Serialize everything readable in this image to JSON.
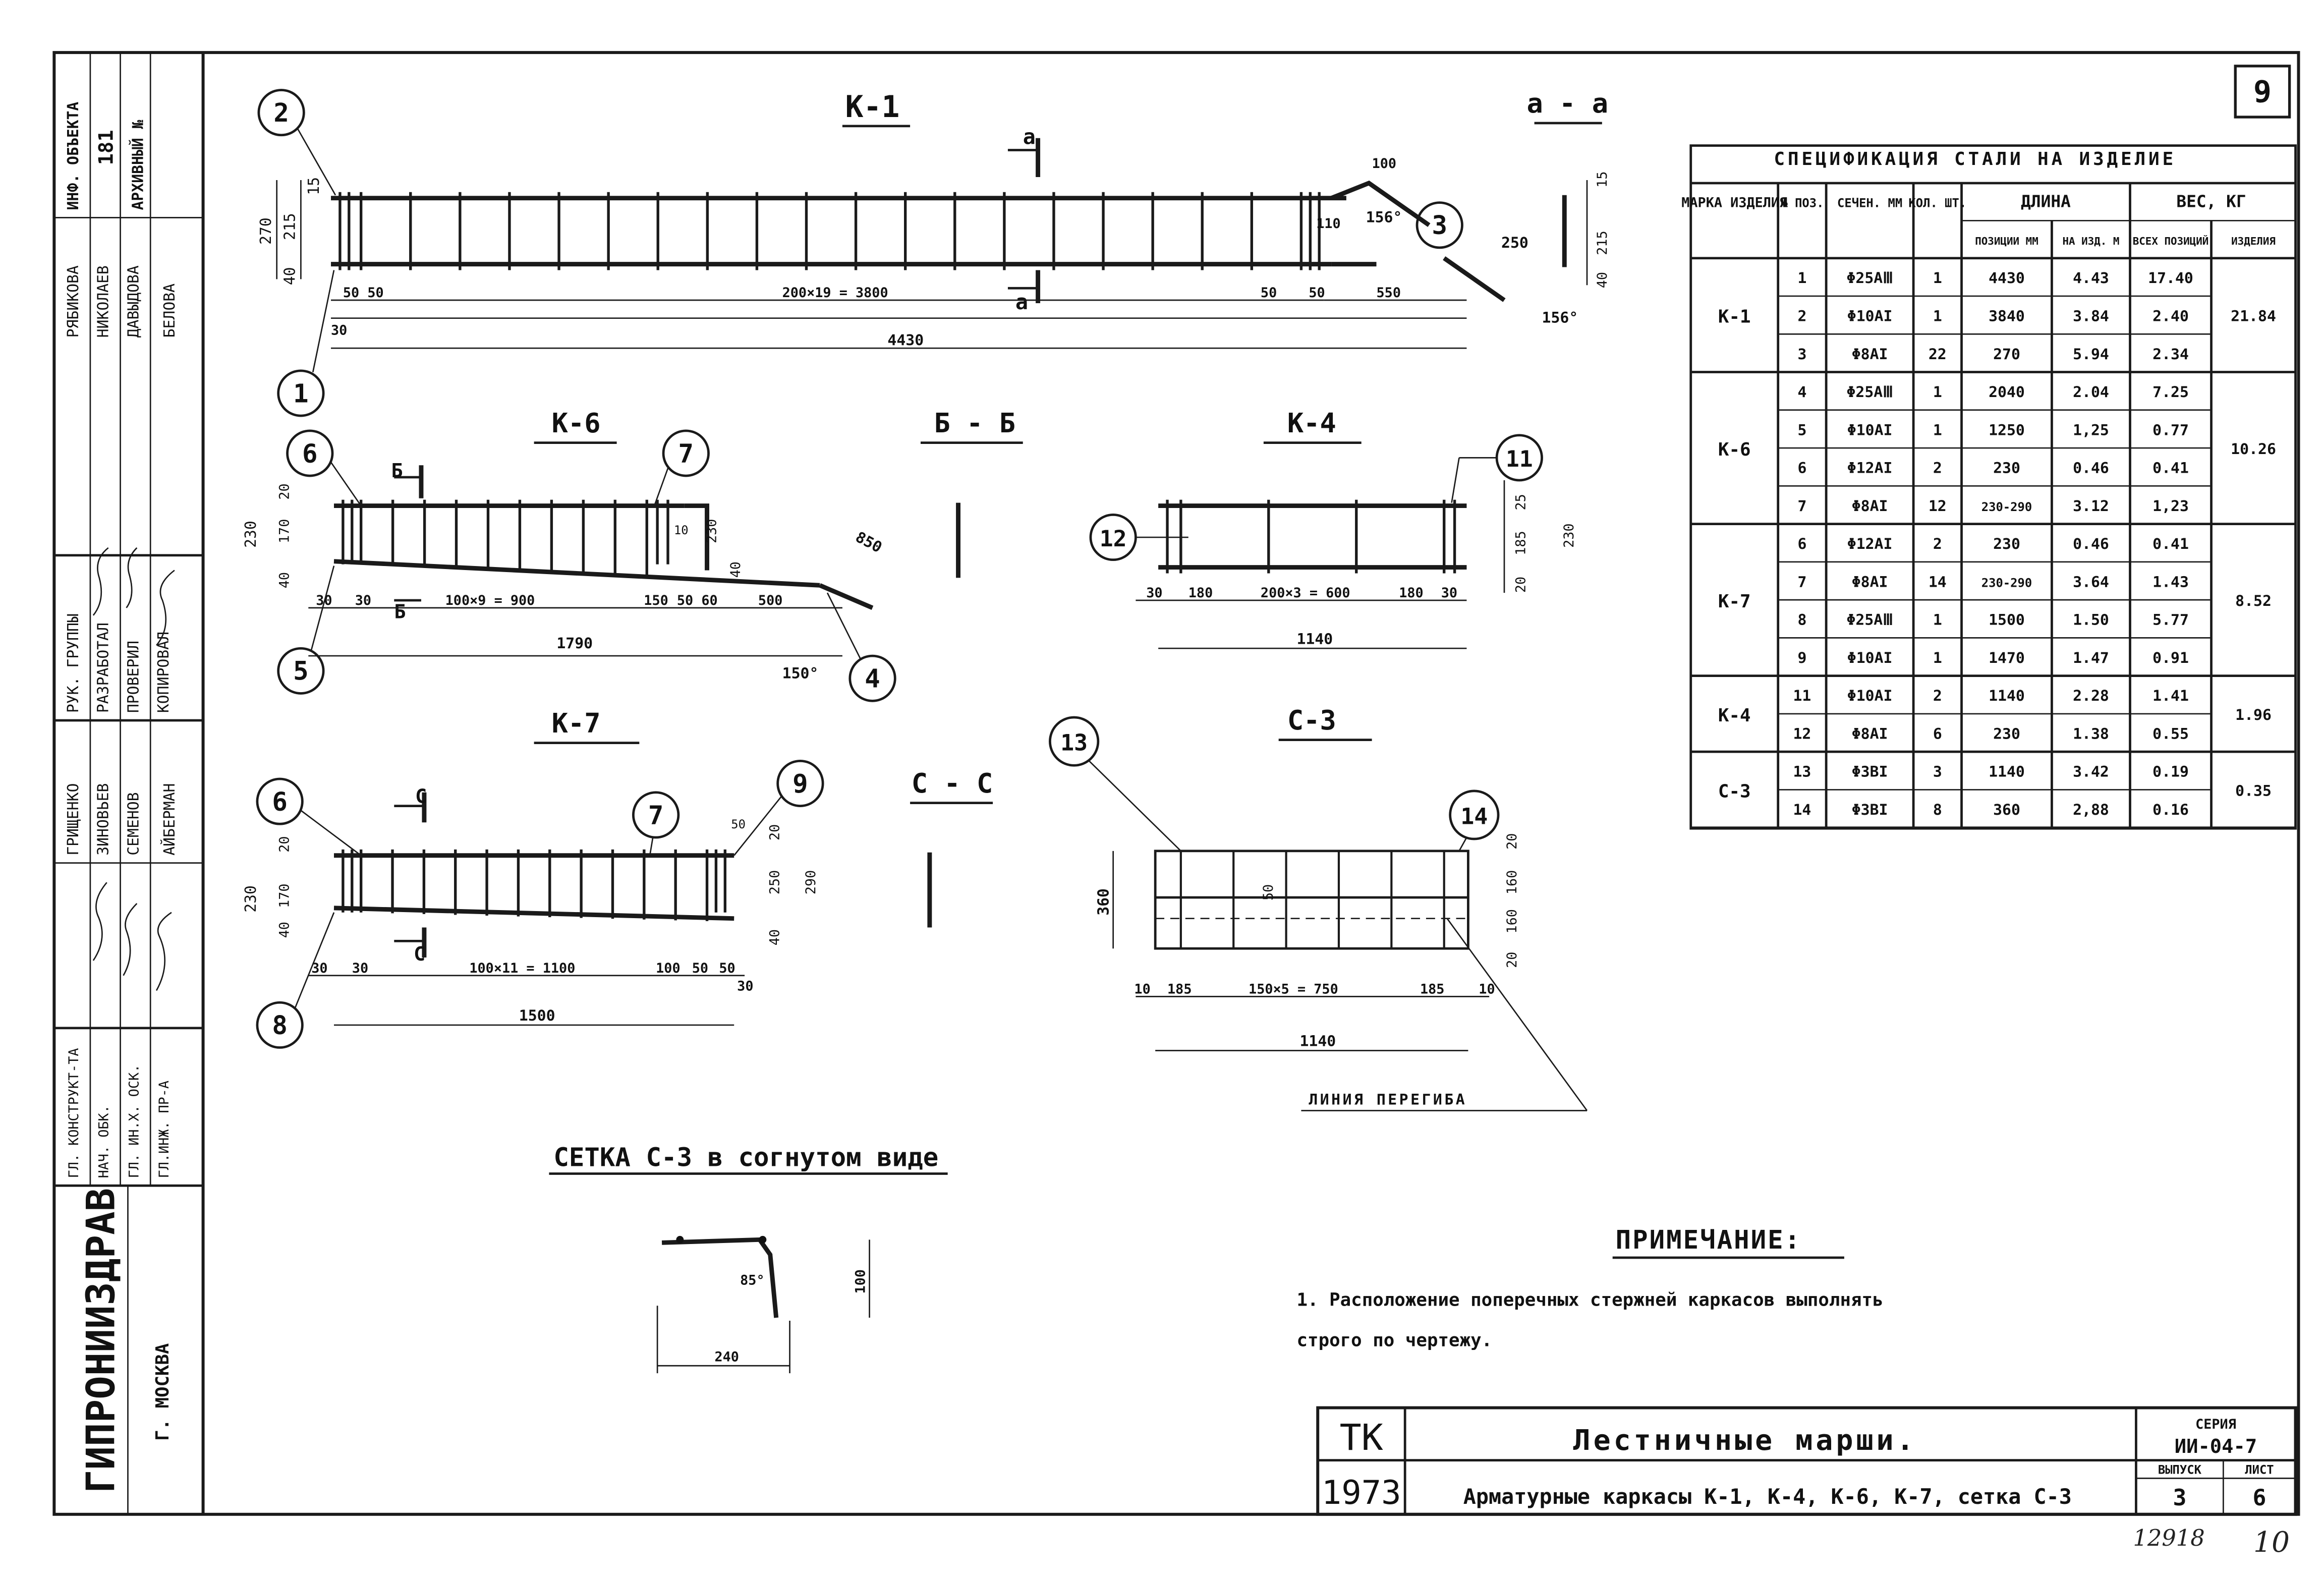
{
  "sheet_number": "9",
  "left_block": {
    "top_labels": [
      "ИНФ. ОБЪЕКТА",
      "181",
      "АРХИВНЫЙ №"
    ],
    "staff": [
      {
        "role": "РУК. ГРУППЫ",
        "name": "РЯБИКОВА"
      },
      {
        "role": "РАЗРАБОТАЛ",
        "name": "НИКОЛАЕВ"
      },
      {
        "role": "ПРОВЕРИЛ",
        "name": "ДАВЫДОВА"
      },
      {
        "role": "КОПИРОВАЛ",
        "name": "БЕЛОВА"
      }
    ],
    "approvers": [
      {
        "role": "ГЛ. КОНСТРУКТ-ТА",
        "name": "ГРИЩЕНКО"
      },
      {
        "role": "НАЧ. ОБК.",
        "name": "ЗИНОВЬЕВ"
      },
      {
        "role": "ГЛ. ИН.Х. ОСК.",
        "name": "СЕМЕНОВ"
      },
      {
        "role": "ГЛ.ИНЖ. ПР-А",
        "name": "АЙБЕРМАН"
      }
    ],
    "organization": "ГИПРОНИИЗДРАВ",
    "city": "Г. МОСКВА"
  },
  "drawings": {
    "k1": {
      "title": "К-1",
      "section_title": "а - а",
      "section_mark": "а",
      "dims": {
        "h_total": "270",
        "h_inner": "215",
        "h_top": "15",
        "h_bottom": "40",
        "bottom_left": "50 50",
        "pitch": "200×19 = 3800",
        "gap_a": "50",
        "gap_b": "50",
        "tail": "550",
        "start": "30",
        "total": "4430",
        "hook_len": "100",
        "hook_tip": "110",
        "hook_angle": "156°",
        "bend_len": "250",
        "bend_angle": "156°",
        "sec_h": "215",
        "sec_top": "15",
        "sec_bottom": "40"
      },
      "markers": [
        "1",
        "2",
        "3"
      ]
    },
    "k6": {
      "title": "К-6",
      "section_title": "Б - Б",
      "section_mark": "Б",
      "dims": {
        "h_total": "230",
        "h_inner": "170",
        "h_top": "20",
        "h_bottom": "40",
        "right_h": "230",
        "right_top": "10",
        "right_bottom": "40",
        "start_a": "30",
        "start_b": "30",
        "pitch": "100×9 = 900",
        "gap_a": "150",
        "gap_b": "50 60",
        "tail": "500",
        "bend_len": "850",
        "total": "1790",
        "angle": "150°"
      },
      "markers": [
        "4",
        "5",
        "6",
        "7"
      ]
    },
    "k4": {
      "title": "К-4",
      "dims": {
        "h_total": "230",
        "h_top": "25",
        "h_inner": "185",
        "h_bottom": "20",
        "end_a": "30",
        "edge_a": "180",
        "pitch": "200×3 = 600",
        "edge_b": "180",
        "end_b": "30",
        "total": "1140"
      },
      "markers": [
        "11",
        "12"
      ]
    },
    "k7": {
      "title": "К-7",
      "section_title": "С - С",
      "section_mark": "С",
      "dims": {
        "h_total": "230",
        "h_inner": "170",
        "h_top": "20",
        "h_bottom": "40",
        "right_top": "20",
        "right_mid": "250",
        "right_total": "290",
        "right_bottom": "40",
        "right_step": "50",
        "start_a": "30",
        "start_b": "30",
        "pitch": "100×11 = 1100",
        "gap_a": "100",
        "gap_b": "50",
        "gap_c": "50",
        "end": "30",
        "total": "1500"
      },
      "markers": [
        "6",
        "7",
        "8",
        "9"
      ]
    },
    "c3": {
      "title": "С-3",
      "dims": {
        "h_total": "360",
        "inner": "50",
        "r_top": "20",
        "r_a": "160",
        "r_b": "160",
        "r_bottom": "20",
        "end_a": "10",
        "edge_a": "185",
        "pitch": "150×5 = 750",
        "edge_b": "185",
        "end_b": "10",
        "total": "1140"
      },
      "bend_line_label": "ЛИНИЯ ПЕРЕГИБА",
      "markers": [
        "13",
        "14"
      ]
    },
    "c3_bent": {
      "title": "СЕТКА С-3 в согнутом виде",
      "dims": {
        "angle": "85°",
        "height": "100",
        "width": "240"
      }
    }
  },
  "spec": {
    "title": "СПЕЦИФИКАЦИЯ СТАЛИ НА ИЗДЕЛИЕ",
    "headers": {
      "mark": "МАРКА ИЗДЕЛИЯ",
      "pos": "№ ПОЗ.",
      "section": "СЕЧЕН. ММ",
      "qty": "КОЛ. ШТ.",
      "length": "ДЛИНА",
      "length_pos": "ПОЗИЦИИ ММ",
      "length_item": "НА ИЗД. М",
      "weight": "ВЕС, КГ",
      "weight_all": "ВСЕХ ПОЗИЦИЙ",
      "weight_item": "ИЗДЕЛИЯ"
    },
    "groups": [
      {
        "mark": "К-1",
        "total": "21.84",
        "rows": [
          {
            "pos": "1",
            "sec": "Φ25АⅢ",
            "qty": "1",
            "len_mm": "4430",
            "len_m": "4.43",
            "w": "17.40"
          },
          {
            "pos": "2",
            "sec": "Φ10АI",
            "qty": "1",
            "len_mm": "3840",
            "len_m": "3.84",
            "w": "2.40"
          },
          {
            "pos": "3",
            "sec": "Φ8АI",
            "qty": "22",
            "len_mm": "270",
            "len_m": "5.94",
            "w": "2.34"
          }
        ]
      },
      {
        "mark": "К-6",
        "total": "10.26",
        "rows": [
          {
            "pos": "4",
            "sec": "Φ25АⅢ",
            "qty": "1",
            "len_mm": "2040",
            "len_m": "2.04",
            "w": "7.25"
          },
          {
            "pos": "5",
            "sec": "Φ10АI",
            "qty": "1",
            "len_mm": "1250",
            "len_m": "1,25",
            "w": "0.77"
          },
          {
            "pos": "6",
            "sec": "Φ12АI",
            "qty": "2",
            "len_mm": "230",
            "len_m": "0.46",
            "w": "0.41"
          },
          {
            "pos": "7",
            "sec": "Φ8АI",
            "qty": "12",
            "len_mm": "230-290",
            "len_m": "3.12",
            "w": "1,23"
          }
        ]
      },
      {
        "mark": "К-7",
        "total": "8.52",
        "rows": [
          {
            "pos": "6",
            "sec": "Φ12АI",
            "qty": "2",
            "len_mm": "230",
            "len_m": "0.46",
            "w": "0.41"
          },
          {
            "pos": "7",
            "sec": "Φ8АI",
            "qty": "14",
            "len_mm": "230-290",
            "len_m": "3.64",
            "w": "1.43"
          },
          {
            "pos": "8",
            "sec": "Φ25АⅢ",
            "qty": "1",
            "len_mm": "1500",
            "len_m": "1.50",
            "w": "5.77"
          },
          {
            "pos": "9",
            "sec": "Φ10АI",
            "qty": "1",
            "len_mm": "1470",
            "len_m": "1.47",
            "w": "0.91"
          }
        ]
      },
      {
        "mark": "К-4",
        "total": "1.96",
        "rows": [
          {
            "pos": "11",
            "sec": "Φ10АI",
            "qty": "2",
            "len_mm": "1140",
            "len_m": "2.28",
            "w": "1.41"
          },
          {
            "pos": "12",
            "sec": "Φ8АI",
            "qty": "6",
            "len_mm": "230",
            "len_m": "1.38",
            "w": "0.55"
          }
        ]
      },
      {
        "mark": "С-3",
        "total": "0.35",
        "rows": [
          {
            "pos": "13",
            "sec": "Φ3ВI",
            "qty": "3",
            "len_mm": "1140",
            "len_m": "3.42",
            "w": "0.19"
          },
          {
            "pos": "14",
            "sec": "Φ3ВI",
            "qty": "8",
            "len_mm": "360",
            "len_m": "2,88",
            "w": "0.16"
          }
        ]
      }
    ]
  },
  "note": {
    "title": "ПРИМЕЧАНИЕ:",
    "line1": "1. Расположение   поперечных  стержней   каркасов  выполнять",
    "line2": "строго  по   чертежу."
  },
  "title_block": {
    "code_top": "ТК",
    "code_bottom": "1973",
    "title": "Лестничные марши.",
    "subtitle": "Арматурные каркасы К-1, К-4, К-6, К-7,  сетка С-3",
    "series_label": "СЕРИЯ",
    "series": "ИИ-04-7",
    "issue_label": "ВЫПУСК",
    "sheet_label": "ЛИСТ",
    "issue": "3",
    "sheet": "6"
  },
  "footer": {
    "number": "12918",
    "page": "10"
  }
}
